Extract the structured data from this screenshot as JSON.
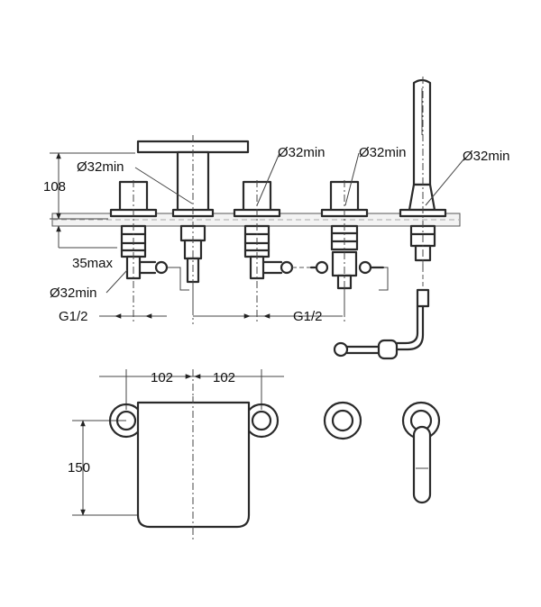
{
  "dimensions": {
    "height_top": "108",
    "dia_a": "Ø32min",
    "dia_b": "Ø32min",
    "dia_c": "Ø32min",
    "dia_d": "Ø32min",
    "dia_e": "Ø32min",
    "thickness": "35max",
    "g_left": "G1/2",
    "g_mid": "G1/2",
    "spacing_left": "102",
    "spacing_right": "102",
    "depth": "150"
  },
  "colors": {
    "line": "#2a2a2a",
    "background": "#ffffff"
  }
}
